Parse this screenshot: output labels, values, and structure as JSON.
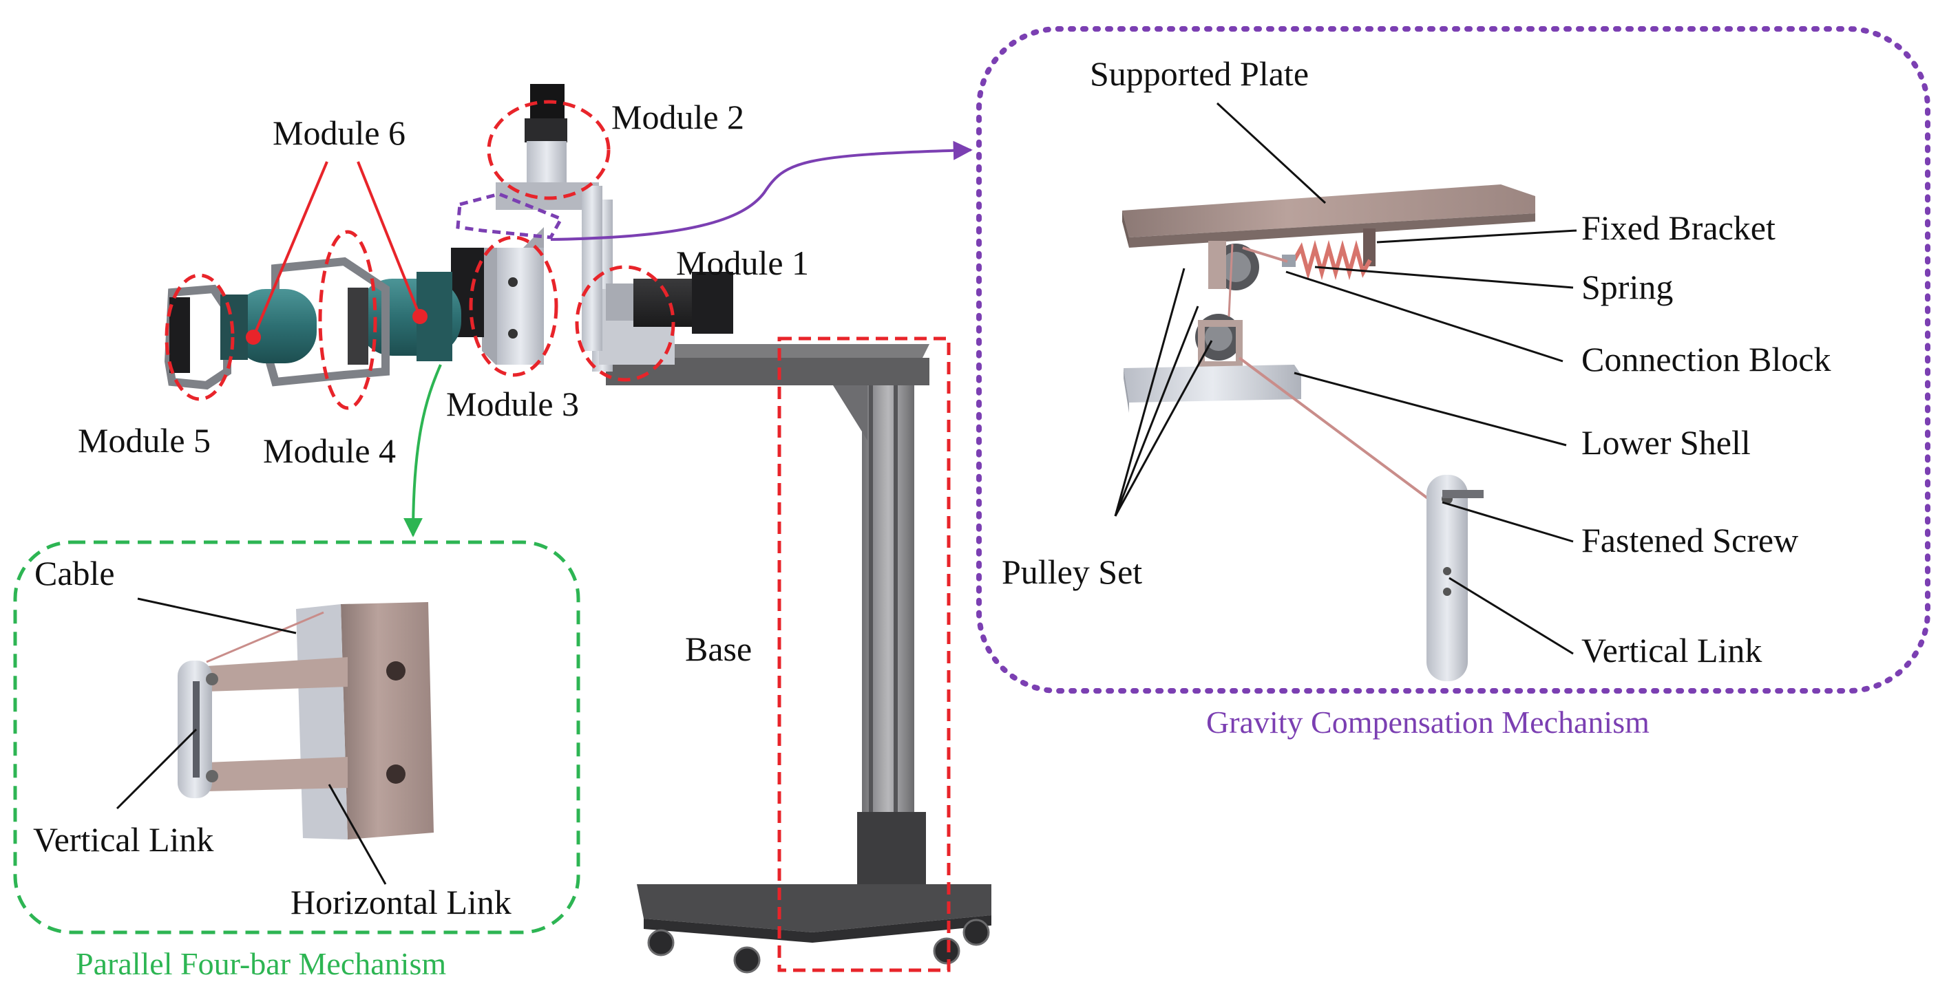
{
  "colors": {
    "module_marker": "#e8242a",
    "gravity_frame": "#7b3fb2",
    "fourbar_frame": "#2db553",
    "leader": "#111111",
    "metal_frame": "#8a8a8c",
    "teal_motor": "#2d6f72",
    "plate": "#b59c97",
    "cable": "#c98d8a"
  },
  "main": {
    "module_labels": [
      "Module 1",
      "Module 2",
      "Module 3",
      "Module 4",
      "Module 5",
      "Module 6"
    ],
    "base_label": "Base"
  },
  "gravity_compensation": {
    "caption": "Gravity Compensation Mechanism",
    "labels": {
      "supported_plate": "Supported Plate",
      "fixed_bracket": "Fixed Bracket",
      "spring": "Spring",
      "connection_block": "Connection Block",
      "lower_shell": "Lower Shell",
      "fastened_screw": "Fastened Screw",
      "vertical_link": "Vertical Link",
      "pulley_set": "Pulley Set"
    }
  },
  "parallel_four_bar": {
    "caption": "Parallel Four-bar Mechanism",
    "labels": {
      "cable": "Cable",
      "vertical_link": "Vertical Link",
      "horizontal_link": "Horizontal Link"
    }
  }
}
